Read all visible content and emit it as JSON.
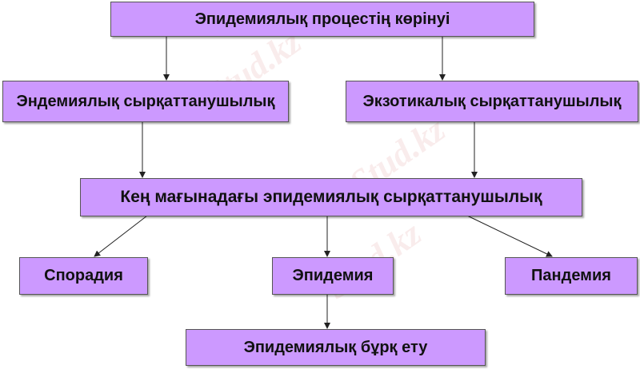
{
  "diagram": {
    "root": "Эпидемиялық процестің көрінуі",
    "level2": [
      "Эндемиялық сырқаттанушылық",
      "Экзотикалық сырқаттанушылық"
    ],
    "level3": "Кең мағынадағы эпидемиялық сырқаттанушылық",
    "level4": [
      "Спорадия",
      "Эпидемия",
      "Пандемия"
    ],
    "level5": "Эпидемиялық бұрқ ету"
  },
  "watermark": "Stud.kz",
  "colors": {
    "box_fill": "#cc99ff",
    "border": "#555555"
  }
}
